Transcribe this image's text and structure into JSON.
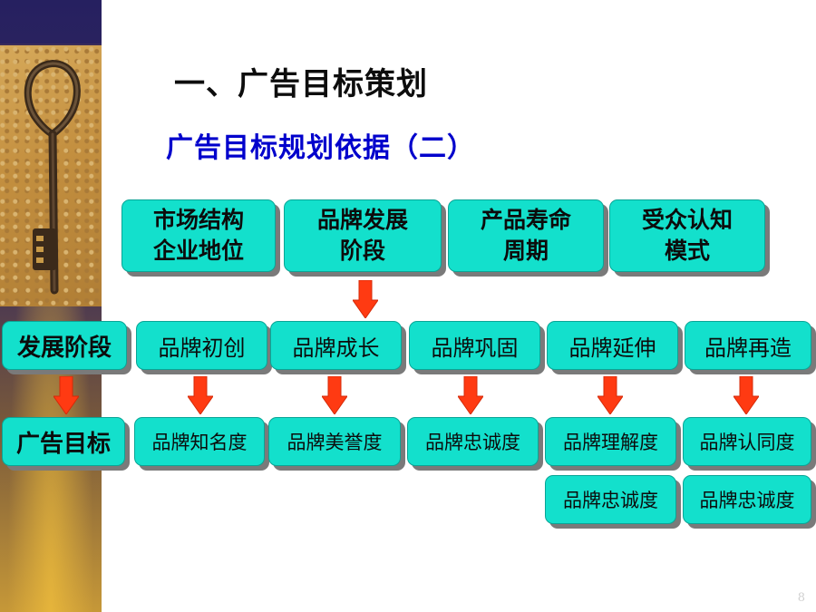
{
  "slide": {
    "title": "一、广告目标策划",
    "subtitle": "广告目标规划依据（二）",
    "page_number": "8"
  },
  "factors": [
    [
      "市场结构",
      "企业地位"
    ],
    [
      "品牌发展",
      "阶段"
    ],
    [
      "产品寿命",
      "周期"
    ],
    [
      "受众认知",
      "模式"
    ]
  ],
  "row_labels": {
    "stage": "发展阶段",
    "goal": "广告目标"
  },
  "stages": [
    "品牌初创",
    "品牌成长",
    "品牌巩固",
    "品牌延伸",
    "品牌再造"
  ],
  "goals": [
    "品牌知名度",
    "品牌美誉度",
    "品牌忠诚度",
    "品牌理解度",
    "品牌认同度"
  ],
  "extra_goals": [
    "品牌忠诚度",
    "品牌忠诚度"
  ],
  "colors": {
    "box_fill": "#13e0cc",
    "arrow": "#ff3a12",
    "subtitle": "#0000cc"
  },
  "icons": {
    "key": "key-icon",
    "arrow": "arrow-down-icon"
  }
}
